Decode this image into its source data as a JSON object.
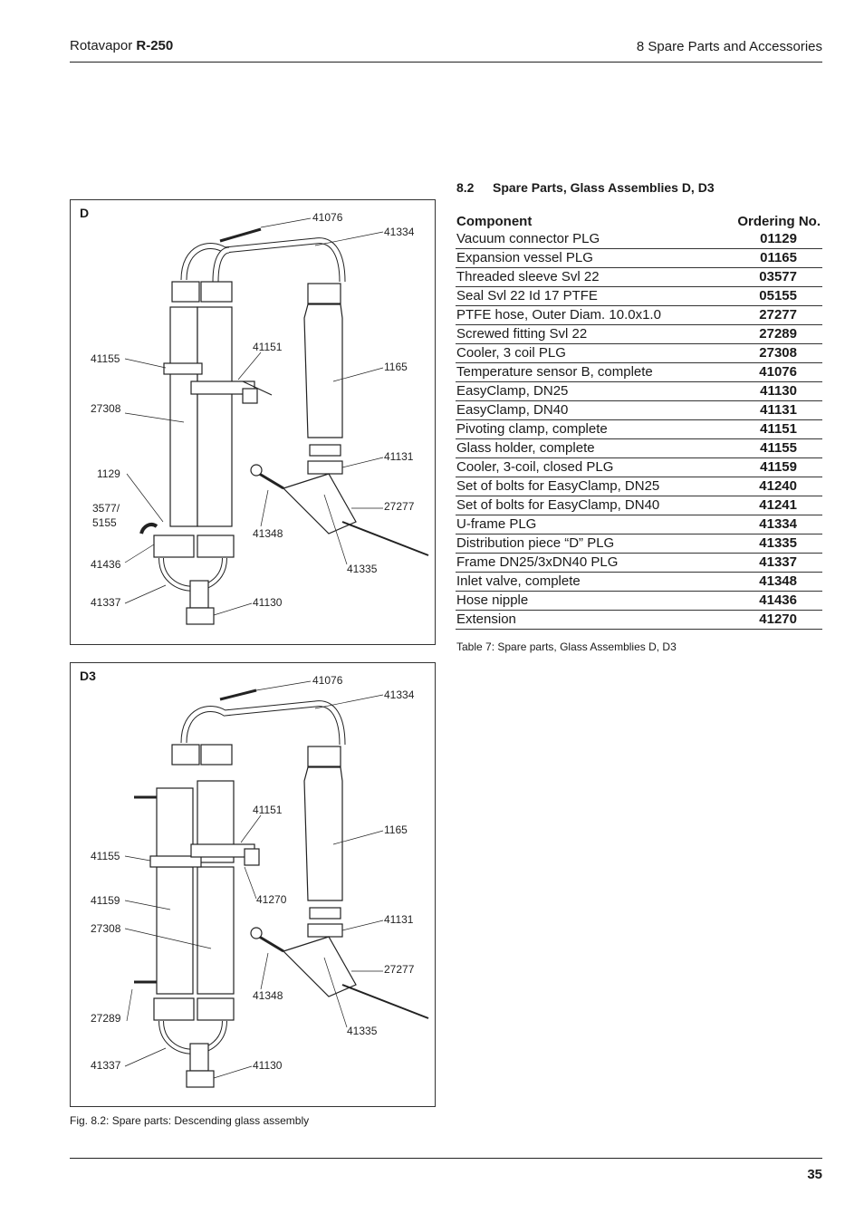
{
  "header": {
    "product_prefix": "Rotavapor",
    "product_model": "R-250",
    "chapter": "8 Spare Parts and Accessories"
  },
  "section": {
    "number": "8.2",
    "title": "Spare Parts, Glass Assemblies D, D3"
  },
  "table": {
    "headers": [
      "Component",
      "Ordering No."
    ],
    "rows": [
      [
        "Vacuum connector PLG",
        "01129"
      ],
      [
        "Expansion vessel PLG",
        "01165"
      ],
      [
        "Threaded sleeve Svl 22",
        "03577"
      ],
      [
        "Seal Svl 22 Id 17 PTFE",
        "05155"
      ],
      [
        "PTFE hose, Outer Diam. 10.0x1.0",
        "27277"
      ],
      [
        "Screwed fitting Svl 22",
        "27289"
      ],
      [
        "Cooler, 3 coil PLG",
        "27308"
      ],
      [
        "Temperature sensor B, complete",
        "41076"
      ],
      [
        "EasyClamp, DN25",
        "41130"
      ],
      [
        "EasyClamp, DN40",
        "41131"
      ],
      [
        "Pivoting clamp, complete",
        "41151"
      ],
      [
        "Glass holder, complete",
        "41155"
      ],
      [
        "Cooler, 3-coil, closed PLG",
        "41159"
      ],
      [
        "Set of bolts for EasyClamp, DN25",
        "41240"
      ],
      [
        "Set of bolts for EasyClamp, DN40",
        "41241"
      ],
      [
        "U-frame PLG",
        "41334"
      ],
      [
        "Distribution piece “D” PLG",
        "41335"
      ],
      [
        "Frame DN25/3xDN40 PLG",
        "41337"
      ],
      [
        "Inlet valve, complete",
        "41348"
      ],
      [
        "Hose nipple",
        "41436"
      ],
      [
        "Extension",
        "41270"
      ]
    ],
    "caption": "Table 7: Spare parts, Glass Assemblies D, D3"
  },
  "figure_d": {
    "label": "D",
    "callouts": {
      "c41076": "41076",
      "c41334": "41334",
      "c41155": "41155",
      "c41151": "41151",
      "c1165": "1165",
      "c27308": "27308",
      "c41131": "41131",
      "c1129": "1129",
      "c3577": "3577/",
      "c5155": "5155",
      "c27277": "27277",
      "c41348": "41348",
      "c41436": "41436",
      "c41335": "41335",
      "c41337": "41337",
      "c41130": "41130"
    }
  },
  "figure_d3": {
    "label": "D3",
    "callouts": {
      "c41076": "41076",
      "c41334": "41334",
      "c41151": "41151",
      "c41155": "41155",
      "c1165": "1165",
      "c41159": "41159",
      "c41270": "41270",
      "c27308": "27308",
      "c41131": "41131",
      "c41348": "41348",
      "c27277": "27277",
      "c27289": "27289",
      "c41335": "41335",
      "c41337": "41337",
      "c41130": "41130"
    }
  },
  "figure_caption": "Fig. 8.2: Spare parts: Descending glass assembly",
  "page_number": "35"
}
